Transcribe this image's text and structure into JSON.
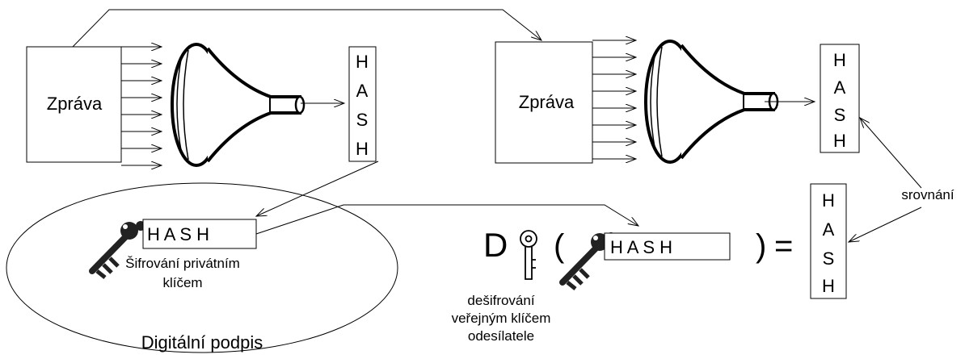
{
  "sender": {
    "message_label": "Zpráva",
    "hash_letters": [
      "H",
      "A",
      "S",
      "H"
    ],
    "signed_hash": "H A S H",
    "encryption_caption": [
      "Šifrování privátním",
      "klíčem"
    ],
    "signature_label": "Digitální podpis"
  },
  "receiver": {
    "message_label": "Zpráva",
    "hash_letters": [
      "H",
      "A",
      "S",
      "H"
    ]
  },
  "verification": {
    "decrypt_symbol": "D",
    "open_paren": "(",
    "signed_hash": "H A S H",
    "close_paren": ")",
    "equals": "=",
    "decryption_caption": [
      "dešifrování",
      "veřejným klíčem",
      "odesílatele"
    ],
    "result_hash_letters": [
      "H",
      "A",
      "S",
      "H"
    ],
    "compare_label": "srovnání"
  },
  "icons": [
    "funnel-icon",
    "private-key-icon",
    "public-key-icon"
  ]
}
